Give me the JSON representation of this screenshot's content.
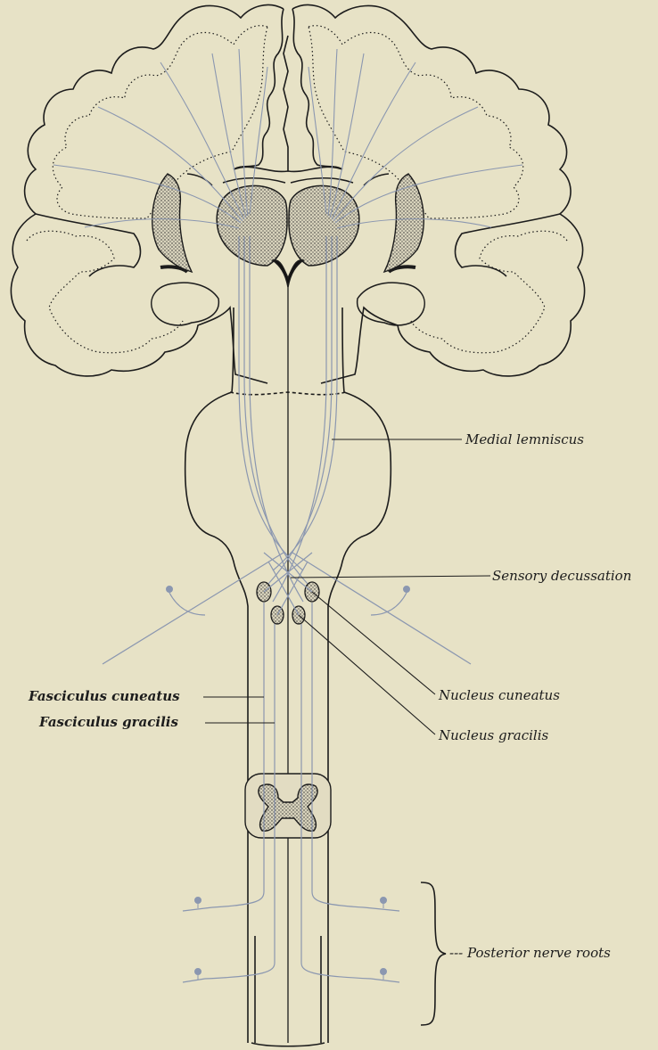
{
  "labels": {
    "medial_lemniscus": "Medial lemniscus",
    "sensory_decussation": "Sensory decussation",
    "fasciculus_cuneatus": "Fasciculus cuneatus",
    "fasciculus_gracilis": "Fasciculus gracilis",
    "nucleus_cuneatus": "Nucleus cuneatus",
    "nucleus_gracilis": "Nucleus gracilis",
    "posterior_nerve_roots": "Posterior nerve roots"
  },
  "colors": {
    "background": "#e7e2c6",
    "outline": "#1c1c1c",
    "fiber": "#8b97b0"
  }
}
